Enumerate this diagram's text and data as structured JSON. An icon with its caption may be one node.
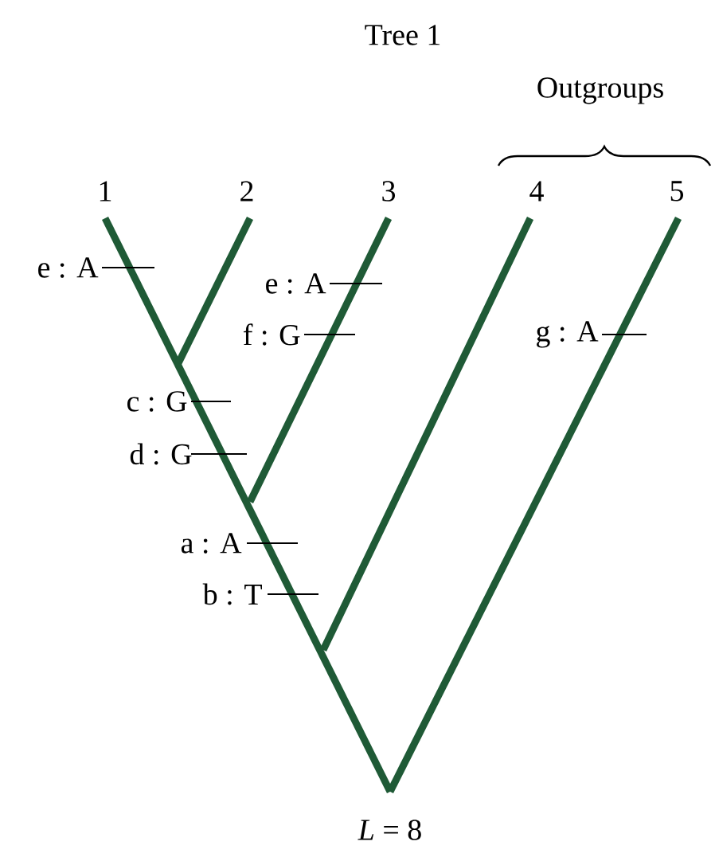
{
  "diagram": {
    "title": "Tree 1",
    "labels": [
      "Outgroups",
      "1",
      "2",
      "3",
      "4",
      "5",
      "e : A",
      "e : A",
      "f : G",
      "g : A",
      "c : G",
      "d : G",
      "a : A",
      "b : T",
      "*L* = 8"
    ]
  }
}
